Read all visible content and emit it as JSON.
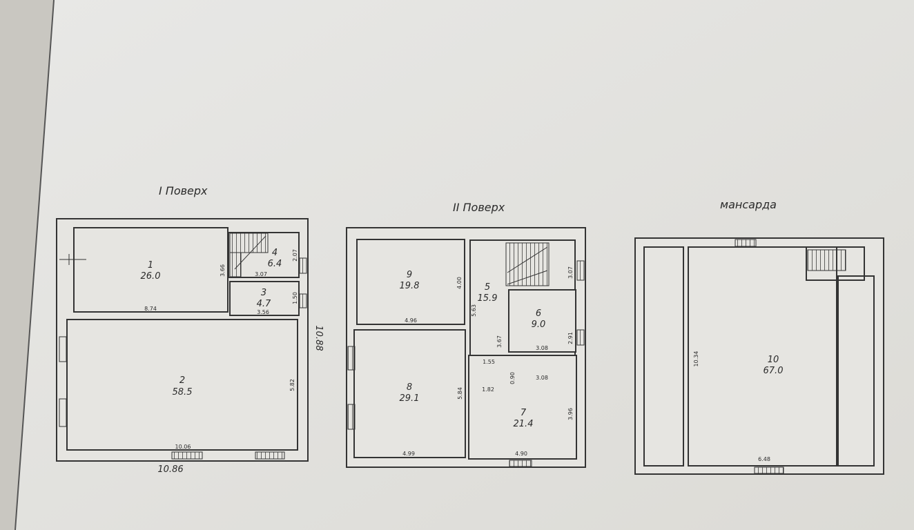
{
  "plans": [
    {
      "title": "I Поверх",
      "rooms": [
        {
          "num": "1",
          "area": "26.0"
        },
        {
          "num": "2",
          "area": "58.5"
        },
        {
          "num": "3",
          "area": "4.7"
        },
        {
          "num": "4",
          "area": "6.4"
        }
      ],
      "dims": [
        "8.74",
        "3.66",
        "3.07",
        "2.07",
        "1.50",
        "3.56",
        "10.06",
        "5.82",
        "10.86",
        "10.88"
      ]
    },
    {
      "title": "II Поверх",
      "rooms": [
        {
          "num": "5",
          "area": "15.9"
        },
        {
          "num": "6",
          "area": "9.0"
        },
        {
          "num": "7",
          "area": "21.4"
        },
        {
          "num": "8",
          "area": "29.1"
        },
        {
          "num": "9",
          "area": "19.8"
        }
      ],
      "dims": [
        "4.96",
        "4.00",
        "5.63",
        "3.07",
        "3.67",
        "3.08",
        "2.91",
        "1.55",
        "0.90",
        "1.82",
        "3.08",
        "5.84",
        "3.96",
        "4.99",
        "4.90"
      ]
    },
    {
      "title": "мансарда",
      "rooms": [
        {
          "num": "10",
          "area": "67.0"
        }
      ],
      "dims": [
        "10.34",
        "6.48"
      ]
    }
  ]
}
